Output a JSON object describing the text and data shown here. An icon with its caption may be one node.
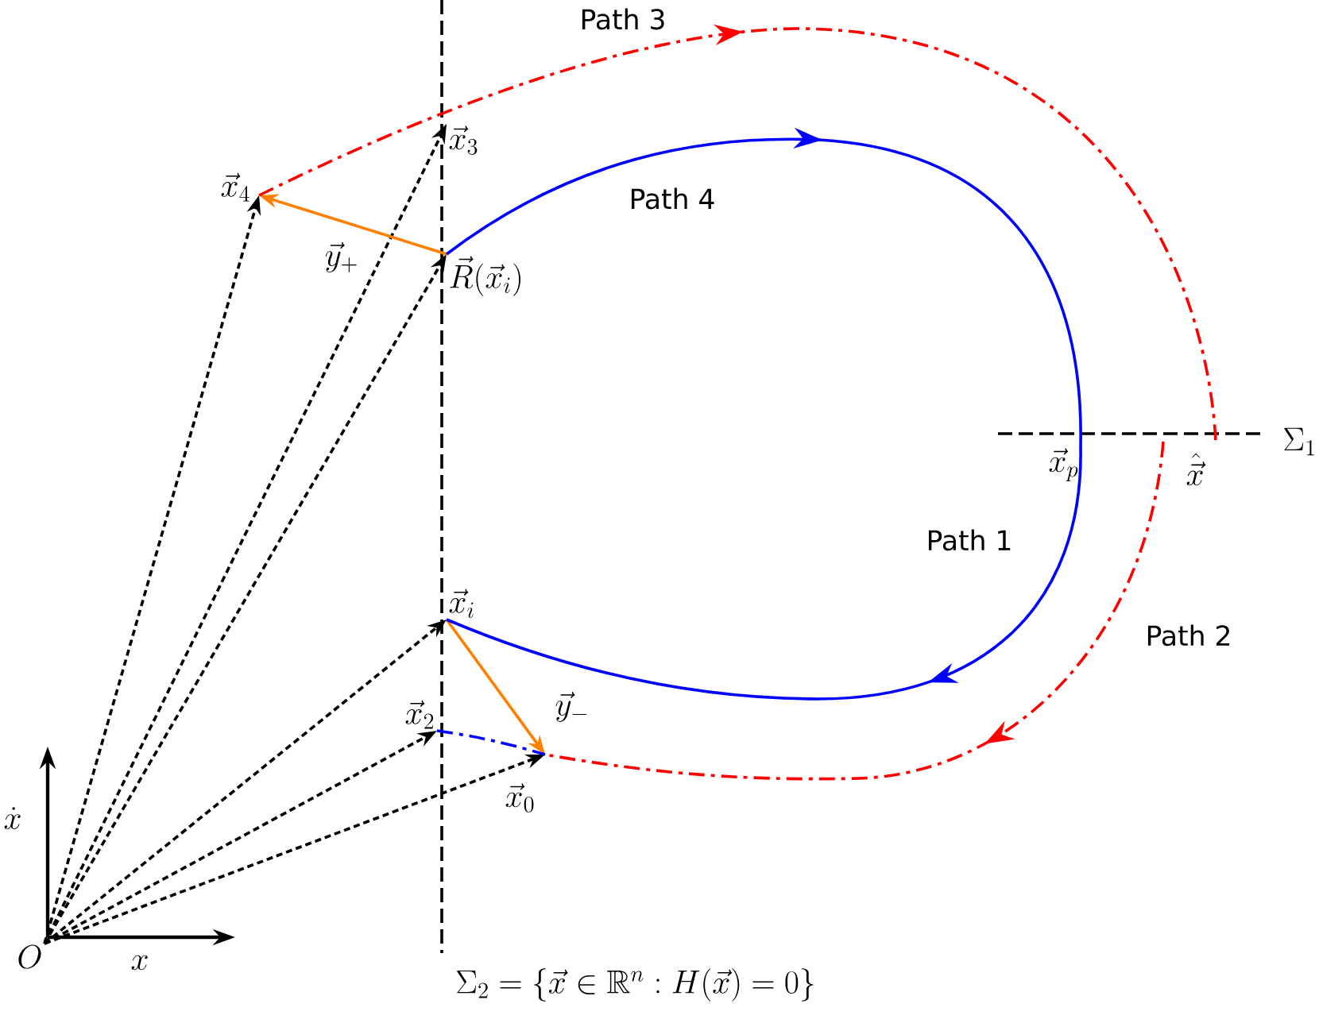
{
  "diagram": {
    "nodes": [
      {
        "text": [
          "O"
        ]
      },
      {
        "text": [
          "\\vec{x}_4"
        ]
      },
      {
        "text": [
          "\\vec{x}_3"
        ]
      },
      {
        "text": [
          "\\vec{R}(\\vec{x}_i)"
        ]
      },
      {
        "text": [
          "\\vec{x}_i"
        ]
      },
      {
        "text": [
          "\\vec{x}_2"
        ]
      },
      {
        "text": [
          "\\vec{x}_0"
        ]
      },
      {
        "text": [
          "\\vec{x}_p"
        ]
      },
      {
        "text": [
          "\\hat{\\vec{x}}"
        ]
      }
    ],
    "edges": [
      {
        "from": 0,
        "to": 1,
        "arrow": "to",
        "style": "dashed"
      },
      {
        "from": 0,
        "to": 2,
        "arrow": "to",
        "style": "dashed"
      },
      {
        "from": 0,
        "to": 3,
        "arrow": "to",
        "style": "dashed"
      },
      {
        "from": 0,
        "to": 4,
        "arrow": "to",
        "style": "dashed"
      },
      {
        "from": 0,
        "to": 5,
        "arrow": "to",
        "style": "dashed"
      },
      {
        "from": 0,
        "to": 6,
        "arrow": "to",
        "style": "dashed"
      },
      {
        "from": 3,
        "to": 1,
        "arrow": "to",
        "label": "\\vec{y}_{+}",
        "color": "#ff8000"
      },
      {
        "from": 4,
        "to": 6,
        "arrow": "to",
        "label": "\\vec{y}_{-}",
        "color": "#ff8000"
      },
      {
        "from": 7,
        "to": 4,
        "arrow": "to",
        "label": "Path 1",
        "color": "#0000ff"
      },
      {
        "from": 8,
        "to": 6,
        "arrow": "to",
        "label": "Path 2",
        "style": "dashed",
        "color": "#ff0000"
      },
      {
        "from": 1,
        "to": 8,
        "arrow": "to",
        "label": "Path 3",
        "style": "dashed",
        "color": "#ff0000"
      },
      {
        "from": 3,
        "to": 7,
        "arrow": "to",
        "label": "Path 4",
        "color": "#0000ff"
      },
      {
        "from": 5,
        "to": 6,
        "arrow": "none",
        "style": "dashed",
        "color": "#0000ff"
      }
    ],
    "labels": [
      "\\Sigma_1",
      "\\dot{x}",
      "x",
      "\\Sigma_2 = \\{\\vec{x} \\in \\mathbb{R}^n : H(\\vec{x}) = 0\\}"
    ]
  }
}
